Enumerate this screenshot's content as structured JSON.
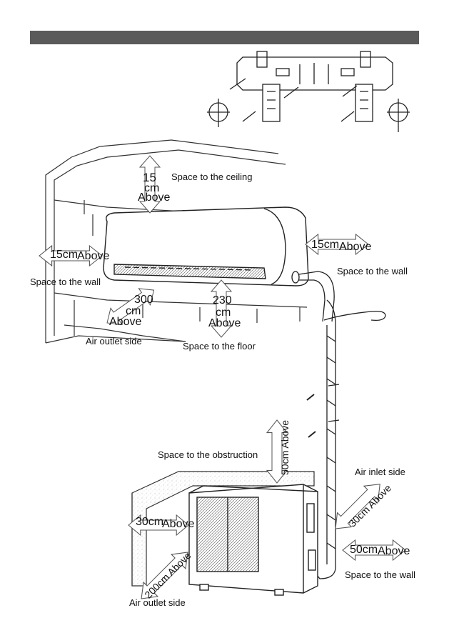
{
  "header_bar": {
    "color": "#5a5a5a",
    "text": ""
  },
  "labels": {
    "ceiling_num": "15",
    "ceiling_unit": "cm",
    "ceiling_above": "Above",
    "ceiling_text": "Space to the ceiling",
    "left_wall_num": "15cm",
    "left_wall_above": "Above",
    "left_wall_text": "Space to the wall",
    "right_wall_num": "15cm",
    "right_wall_above": "Above",
    "right_wall_text": "Space to the wall",
    "outlet_num": "300",
    "outlet_unit": "cm",
    "outlet_above": "Above",
    "outlet_text": "Air outlet side",
    "floor_num": "230",
    "floor_unit": "cm",
    "floor_above": "Above",
    "floor_text": "Space to the floor",
    "obstruction_text": "Space to the obstruction",
    "obstruction_dim": "50cm Above",
    "inlet_text": "Air inlet side",
    "inlet_dim": "30cm Above",
    "out_wall_num": "50cm",
    "out_wall_above": "Above",
    "out_wall_text": "Space to the wall",
    "out_left_num": "30cm",
    "out_left_above": "Above",
    "out_outlet_dim": "200cm Above",
    "out_outlet_text": "Air outlet side"
  }
}
